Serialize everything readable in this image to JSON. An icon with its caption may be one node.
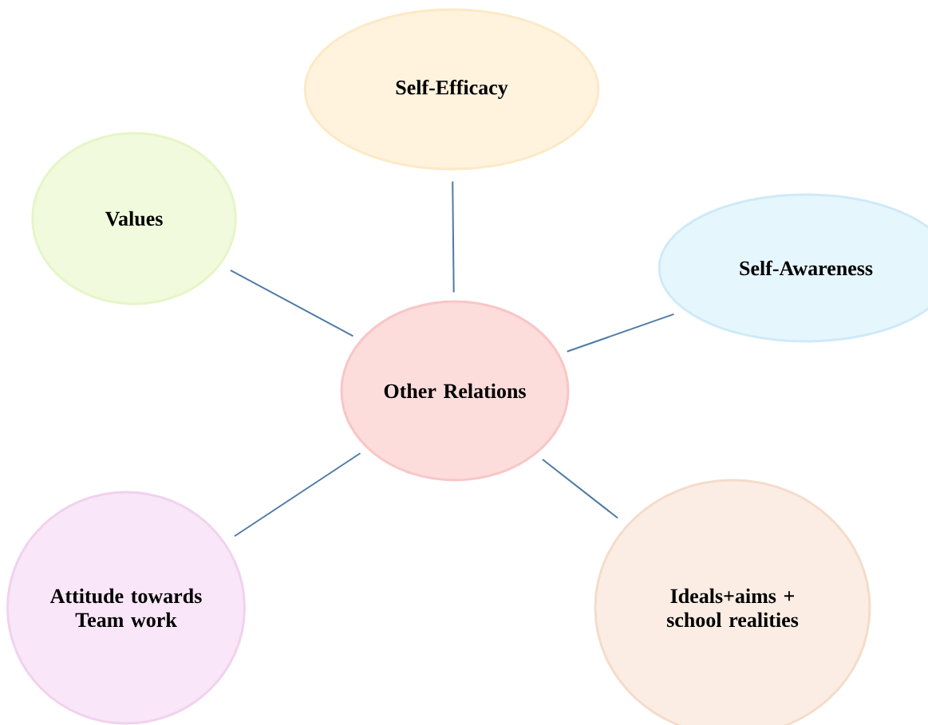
{
  "diagram": {
    "nodes": [
      {
        "text": [
          "Self-Efficacy"
        ]
      },
      {
        "text": [
          "Values"
        ]
      },
      {
        "text": [
          "Self-Awareness"
        ]
      },
      {
        "text": [
          "Other Relations"
        ]
      },
      {
        "text": [
          "Attitude towards Team work"
        ]
      },
      {
        "text": [
          "Ideals+aims + school realities"
        ]
      }
    ],
    "edges": [
      {
        "from": 3,
        "to": 0,
        "arrow": "none"
      },
      {
        "from": 3,
        "to": 1,
        "arrow": "none"
      },
      {
        "from": 3,
        "to": 2,
        "arrow": "none"
      },
      {
        "from": 3,
        "to": 4,
        "arrow": "none"
      },
      {
        "from": 3,
        "to": 5,
        "arrow": "none"
      }
    ]
  }
}
